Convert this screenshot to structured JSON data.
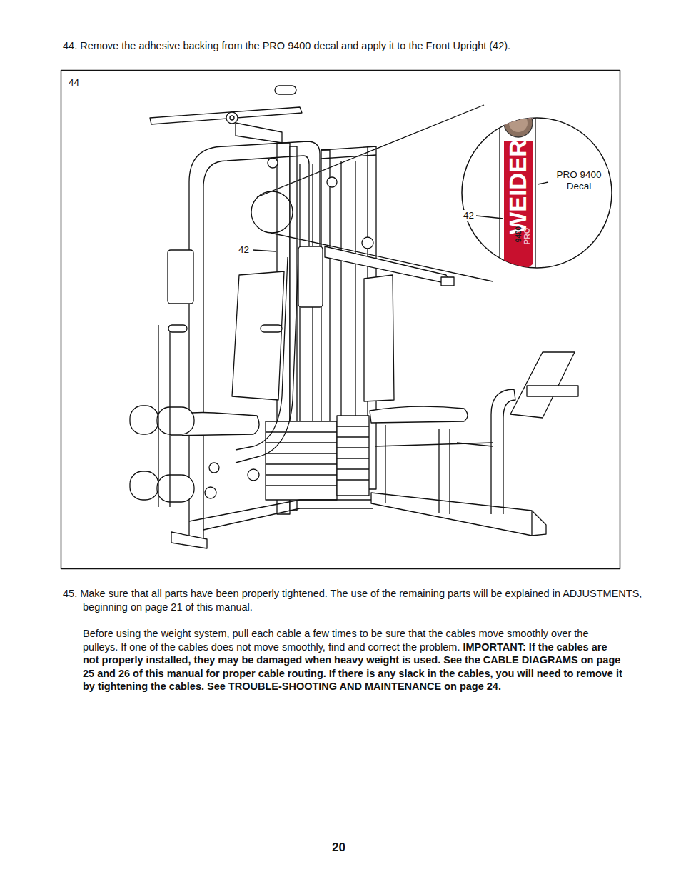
{
  "diagram": {
    "labels": [
      "44. Remove the adhesive backing from the PRO 9400 decal and apply it to the Front Upright (42).",
      "44",
      "42",
      "42",
      "PRO 9400 Decal",
      "WEIDER",
      "9400",
      "PRO",
      "45. Make sure that all parts have been properly tightened. The use of the remaining parts will be explained in ADJUSTMENTS, beginning on page 21 of this manual.",
      "Before using the weight system, pull each cable a few times to be sure that the cables move smoothly over the pulleys. If one of the cables does not move smoothly, find and correct the problem.",
      "IMPORTANT: If the cables are not properly installed, they may be damaged when heavy weight is used. See the CABLE DIAGRAMS on page 25 and 26 of this manual for proper cable routing. If there is any slack in the cables, you will need to remove it by tightening the cables. See TROUBLE-SHOOTING AND MAINTENANCE on page 24.",
      "20"
    ]
  }
}
